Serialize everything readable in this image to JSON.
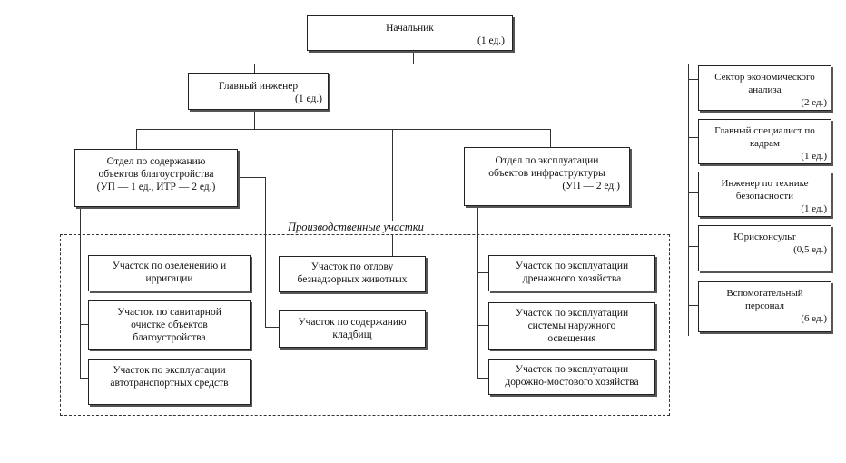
{
  "chief": {
    "title": "Начальник",
    "count": "(1 ед.)"
  },
  "chief_engineer": {
    "title": "Главный инженер",
    "count": "(1 ед.)"
  },
  "dept_maintenance": {
    "line1": "Отдел по содержанию",
    "line2": "объектов благоустройства",
    "line3": "(УП — 1 ед., ИТР — 2 ед.)"
  },
  "dept_operation": {
    "line1": "Отдел по эксплуатации",
    "line2": "объектов инфраструктуры",
    "line3": "(УП — 2 ед.)"
  },
  "production_label": "Производственные участки",
  "sites_left": [
    [
      "Участок по озеленению и",
      "ирригации"
    ],
    [
      "Участок по санитарной",
      "очистке объектов",
      "благоустройства"
    ],
    [
      "Участок  по эксплуатации",
      "автотранспортных средств"
    ]
  ],
  "sites_middle": [
    [
      "Участок по отлову",
      "безнадзорных животных"
    ],
    [
      "Участок по содержанию",
      "кладбищ"
    ]
  ],
  "sites_right": [
    [
      "Участок по эксплуатации",
      "дренажного хозяйства"
    ],
    [
      "Участок по эксплуатации",
      "системы наружного",
      "освещения"
    ],
    [
      "Участок по эксплуатации",
      "дорожно-мостового хозяйства"
    ]
  ],
  "staff": [
    {
      "lines": [
        "Сектор экономического",
        "анализа"
      ],
      "count": "(2 ед.)"
    },
    {
      "lines": [
        "Главный специалист по",
        "кадрам"
      ],
      "count": "(1 ед.)"
    },
    {
      "lines": [
        "Инженер по технике",
        "безопасности"
      ],
      "count": "(1 ед.)"
    },
    {
      "lines": [
        "Юрисконсульт"
      ],
      "count": "(0,5 ед.)"
    },
    {
      "lines": [
        "Вспомогательный",
        "персонал"
      ],
      "count": "(6 ед.)"
    }
  ]
}
